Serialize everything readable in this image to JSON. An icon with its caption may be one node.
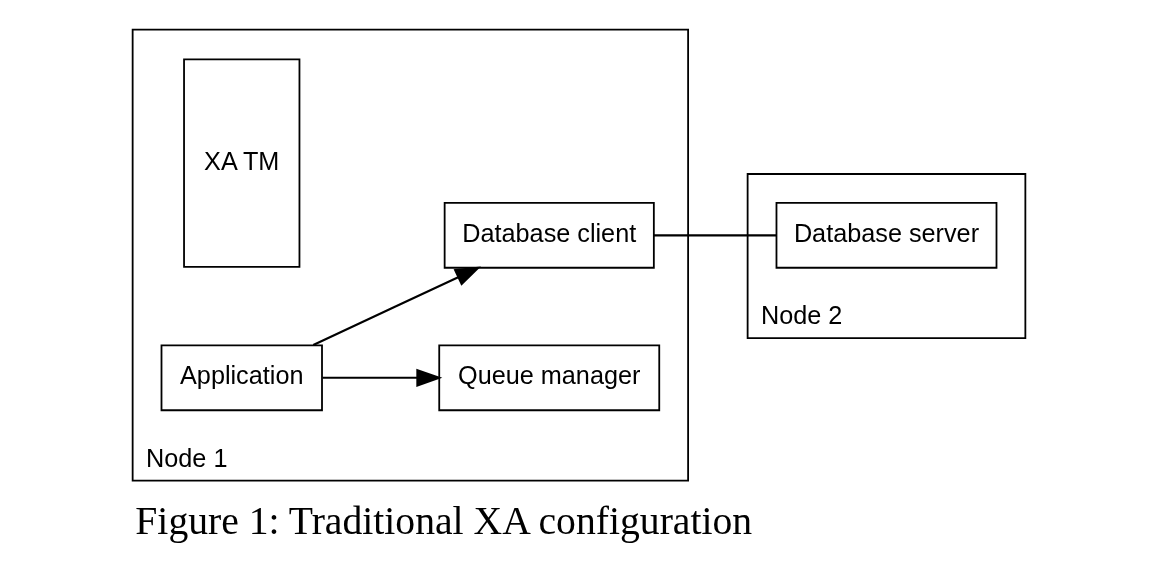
{
  "diagram": {
    "caption": "Figure 1: Traditional XA configuration",
    "nodes": [
      {
        "text": [
          "Node 1"
        ]
      },
      {
        "text": [
          "XA TM"
        ],
        "in": 0
      },
      {
        "text": [
          "Application"
        ],
        "in": 0
      },
      {
        "text": [
          "Queue manager"
        ],
        "in": 0
      },
      {
        "text": [
          "Database client"
        ],
        "in": 0
      },
      {
        "text": [
          "Node 2"
        ]
      },
      {
        "text": [
          "Database server"
        ],
        "in": 5
      }
    ],
    "edges": [
      {
        "from": 2,
        "to": 3,
        "arrow": "to"
      },
      {
        "from": 2,
        "to": 4,
        "arrow": "to"
      },
      {
        "from": 4,
        "to": 6,
        "arrow": "none"
      }
    ]
  }
}
